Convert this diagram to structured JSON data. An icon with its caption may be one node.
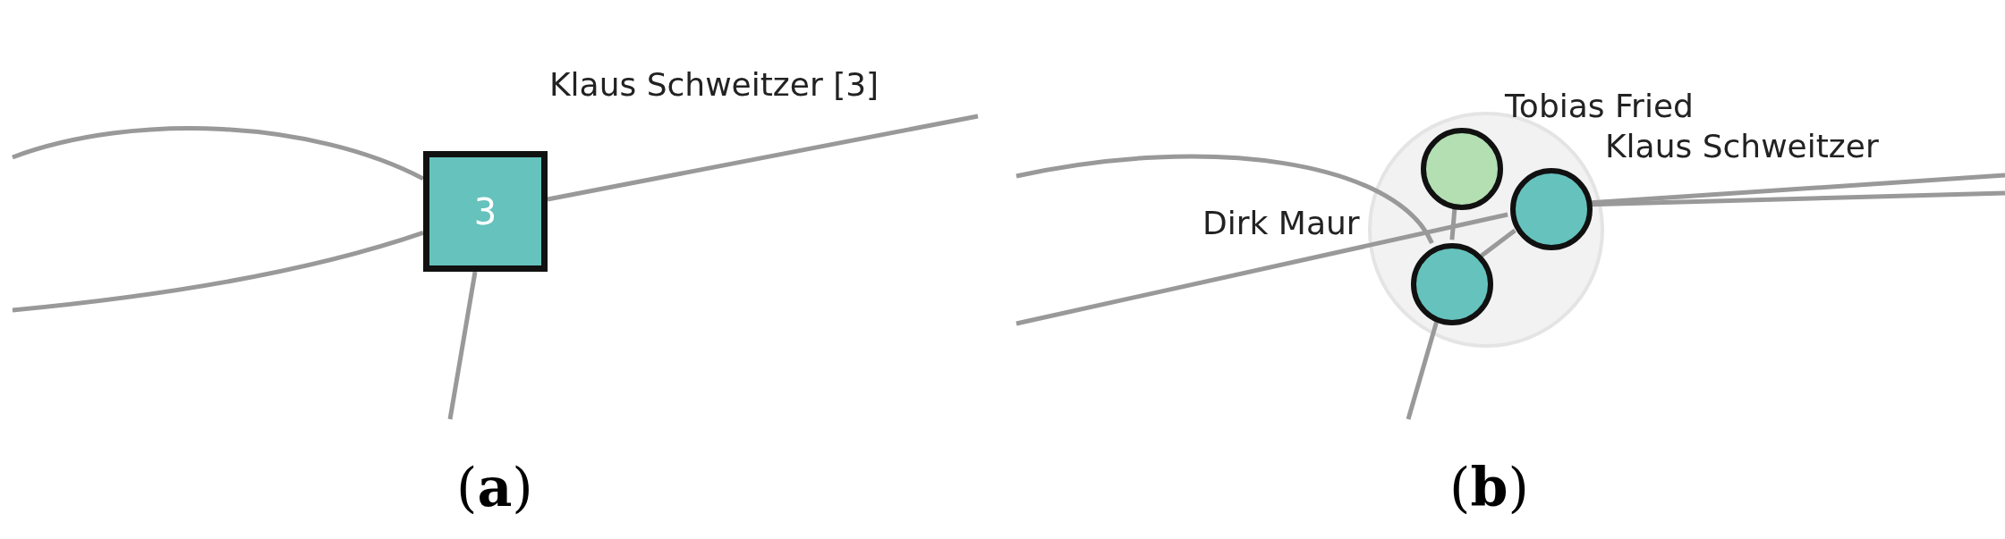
{
  "diagram": {
    "nodes": [
      {
        "text": [
          "3"
        ],
        "beside": [
          "Klaus Schweitzer [3]"
        ]
      },
      {
        "text": [],
        "shape": "circle"
      },
      {
        "text": [
          "Tobias Fried"
        ],
        "in": 1
      },
      {
        "text": [
          "Klaus Schweitzer"
        ],
        "in": 1
      },
      {
        "text": [
          "Dirk Maur"
        ],
        "in": 1
      }
    ],
    "edges": [
      {
        "from": null,
        "to": 0,
        "arrow": "none"
      },
      {
        "from": null,
        "to": 0,
        "arrow": "none"
      },
      {
        "from": 0,
        "to": null,
        "arrow": "none"
      },
      {
        "from": 0,
        "to": null,
        "arrow": "none"
      },
      {
        "from": null,
        "to": 4,
        "arrow": "none"
      },
      {
        "from": null,
        "to": 3,
        "arrow": "none"
      },
      {
        "from": 2,
        "to": 4,
        "arrow": "none"
      },
      {
        "from": 4,
        "to": null,
        "arrow": "none"
      },
      {
        "from": 4,
        "to": 3,
        "arrow": "none"
      },
      {
        "from": 3,
        "to": null,
        "arrow": "none"
      },
      {
        "from": 3,
        "to": null,
        "arrow": "none"
      }
    ],
    "labels": [
      "(**a**)",
      "(**b**)"
    ]
  }
}
